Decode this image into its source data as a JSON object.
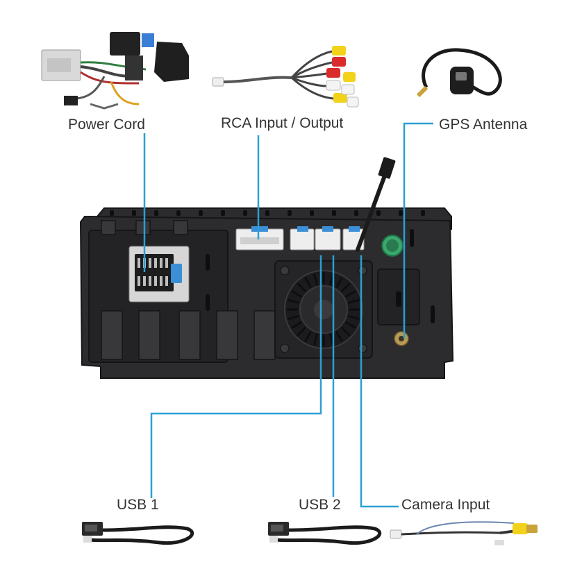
{
  "labels": {
    "power_cord": "Power Cord",
    "rca": "RCA Input / Output",
    "gps": "GPS Antenna",
    "usb1": "USB 1",
    "usb2": "USB 2",
    "camera": "Camera Input"
  },
  "colors": {
    "leader_line": "#2b9fd4",
    "unit_body": "#2c2c2e",
    "unit_edge": "#151517",
    "connector_white": "#eeeeee",
    "connector_blue": "#3a8fd6",
    "gps_connector": "#3aa86b",
    "rca_red": "#d92b2b",
    "rca_yellow": "#f2d21b",
    "rca_white": "#f4f4f4",
    "cable_black": "#1b1b1b"
  }
}
